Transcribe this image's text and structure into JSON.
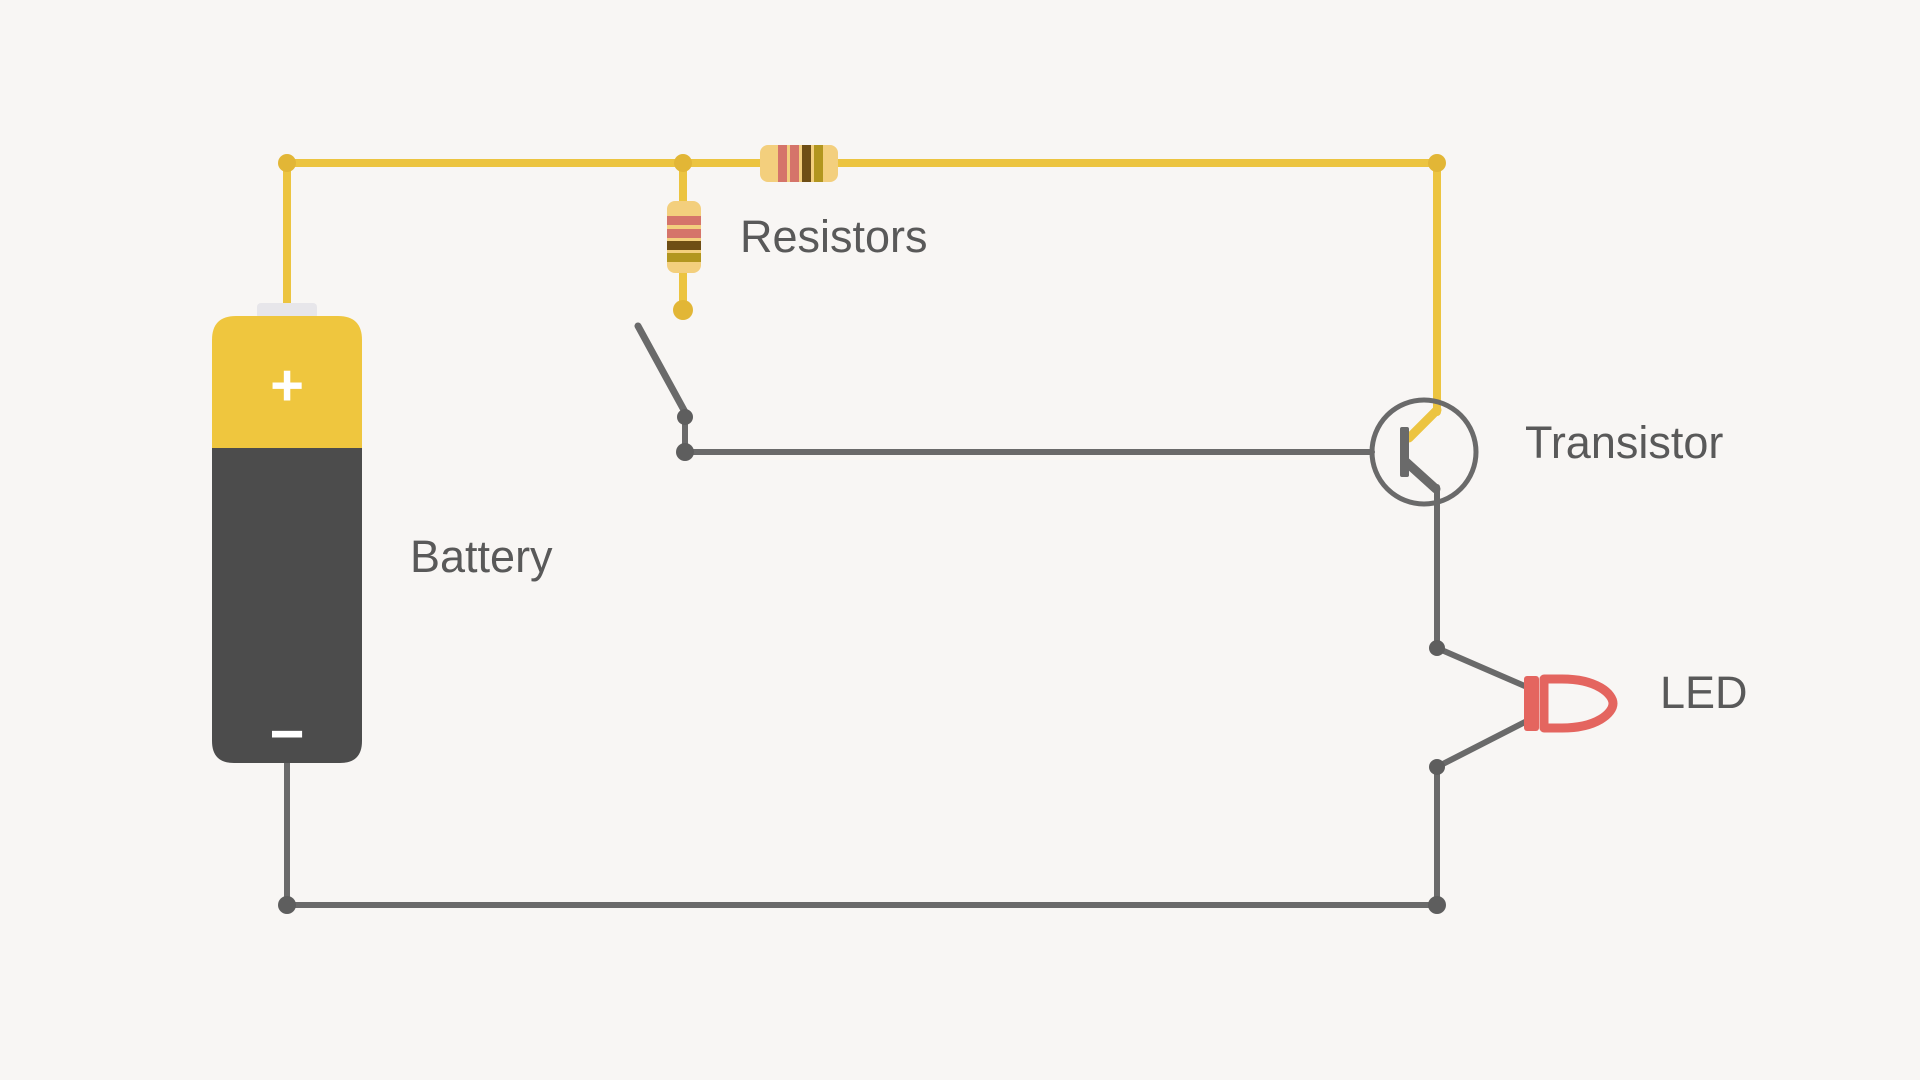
{
  "labels": {
    "battery": "Battery",
    "resistors": "Resistors",
    "transistor": "Transistor",
    "led": "LED"
  },
  "battery": {
    "positive_terminal": "+",
    "negative_terminal": "−"
  },
  "colors": {
    "background": "#F8F6F4",
    "wire_positive": "#ECC440",
    "node_positive": "#E2B636",
    "wire_negative": "#6A6A6A",
    "node_negative": "#5E5E5E",
    "battery_body": "#4C4C4C",
    "battery_top": "#EFC63E",
    "battery_cap": "#E7E6EA",
    "battery_symbols": "#FFFFFF",
    "resistor_body": "#F3CF7D",
    "resistor_band_a": "#D5746A",
    "resistor_band_b": "#D5746A",
    "resistor_band_c": "#6E4E15",
    "resistor_band_d": "#B2961F",
    "led_red": "#E4655F",
    "label_text": "#595959"
  }
}
